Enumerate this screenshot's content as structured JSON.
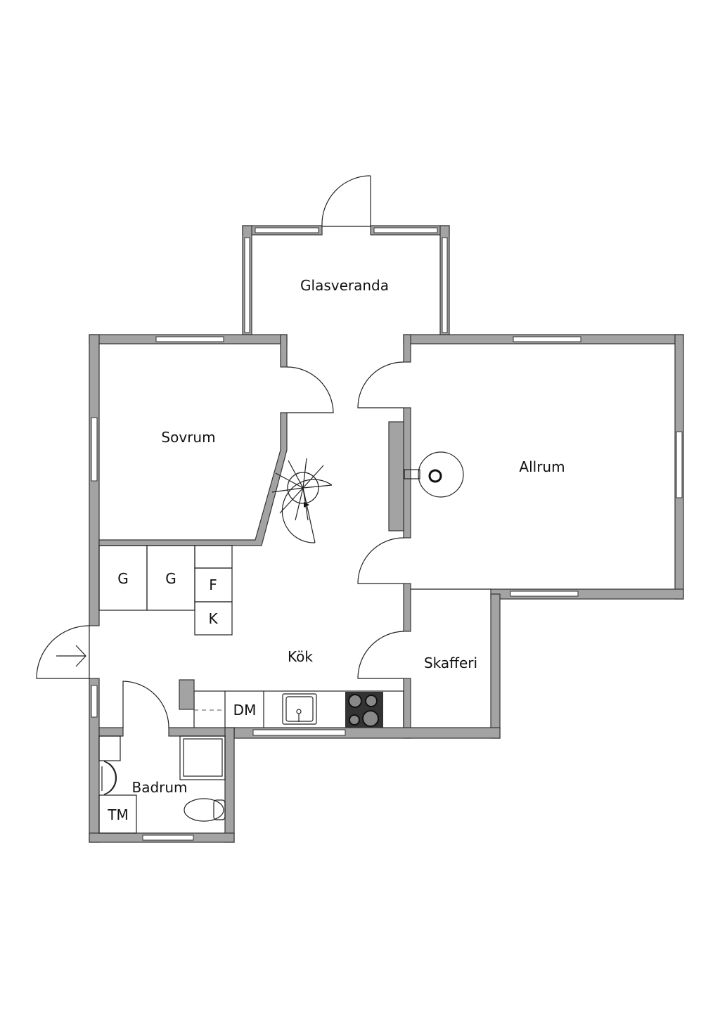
{
  "rooms": {
    "glasveranda": "Glasveranda",
    "sovrum": "Sovrum",
    "allrum": "Allrum",
    "kok": "Kök",
    "skafferi": "Skafferi",
    "badrum": "Badrum"
  },
  "fixtures": {
    "wardrobe_1": "G",
    "wardrobe_2": "G",
    "freezer": "F",
    "fridge": "K",
    "dishwasher": "DM",
    "washing_machine": "TM"
  },
  "colors": {
    "wall": "#a3a3a3",
    "outline": "#333333"
  }
}
